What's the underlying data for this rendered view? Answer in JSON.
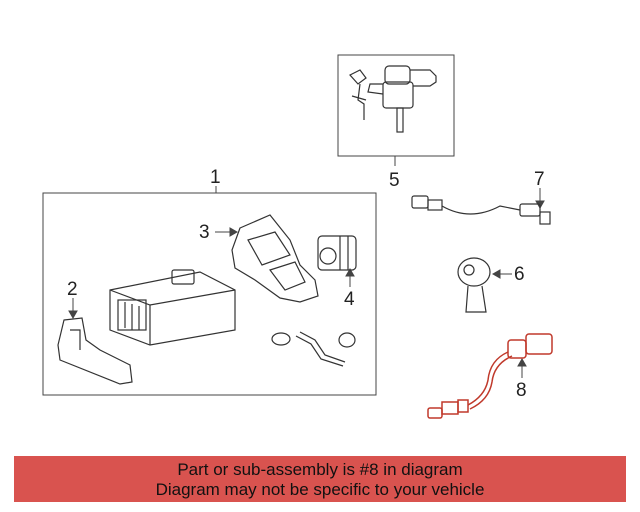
{
  "callouts": {
    "c1": "1",
    "c2": "2",
    "c3": "3",
    "c4": "4",
    "c5": "5",
    "c6": "6",
    "c7": "7",
    "c8": "8"
  },
  "banner": {
    "line1": "Part or sub-assembly is #8 in diagram",
    "line2": "Diagram may not be specific to your vehicle"
  },
  "colors": {
    "highlight_part": "#c0392b",
    "banner": "#d9534f",
    "line_art": "#333333"
  }
}
